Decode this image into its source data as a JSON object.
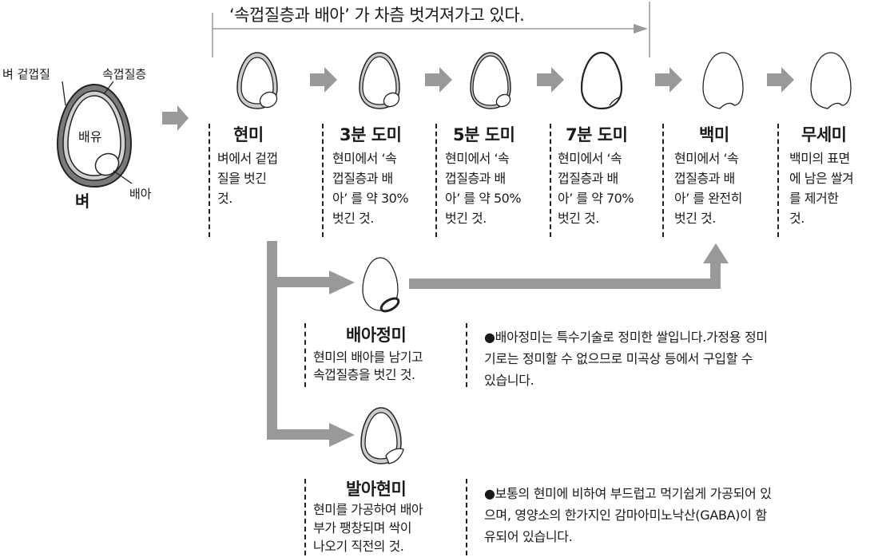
{
  "header": {
    "text": "‘속껍질층과 배아’ 가 차츰 벗겨져가고 있다."
  },
  "grain": {
    "label_husk": "벼 겉껍질",
    "label_inner": "속껍질층",
    "label_endosperm": "배유",
    "label_embryo": "배아",
    "label_name": "벼"
  },
  "stages": [
    {
      "title": "현미",
      "lines": [
        "벼에서 겉껍",
        "질을 벗긴",
        "것."
      ]
    },
    {
      "title": "3분 도미",
      "lines": [
        "현미에서 ‘속",
        "껍질층과 배",
        "아’ 를 약 30%",
        "벗긴 것."
      ]
    },
    {
      "title": "5분 도미",
      "lines": [
        "현미에서 ‘속",
        "껍질층과 배",
        "아’ 를 약 50%",
        "벗긴 것."
      ]
    },
    {
      "title": "7분 도미",
      "lines": [
        "현미에서 ‘속",
        "껍질층과 배",
        "아’ 를 약 70%",
        "벗긴 것."
      ]
    },
    {
      "title": "백미",
      "lines": [
        "현미에서 ‘속",
        "껍질층과 배",
        "아’ 를 완전히",
        "벗긴 것."
      ]
    },
    {
      "title": "무세미",
      "lines": [
        "백미의 표면",
        "에 남은 쌀겨",
        "를 제거한",
        "것."
      ]
    }
  ],
  "branches": [
    {
      "title": "배아정미",
      "lines": [
        "현미의 배아를 남기고",
        "속껍질층을 벗긴 것."
      ],
      "note": [
        "●배아정미는 특수기술로 정미한 쌀입니다.가정용 정미",
        "기로는 정미할 수 없으므로 미곡상 등에서 구입할 수",
        "있습니다."
      ]
    },
    {
      "title": "발아현미",
      "lines": [
        "현미를 가공하여 배아",
        "부가 팽창되며 싹이",
        "나오기 직전의 것."
      ],
      "note": [
        "●보통의 현미에 비하여 부드럽고 먹기쉽게 가공되어 있",
        "으며, 영양소의 한가지인 감마아미노낙산(GABA)이 함",
        "유되어 있습니다."
      ]
    }
  ],
  "colors": {
    "arrow": "#999999",
    "husk": "#7a7a7a",
    "bran": "#c8c8c8",
    "line": "#222222"
  }
}
